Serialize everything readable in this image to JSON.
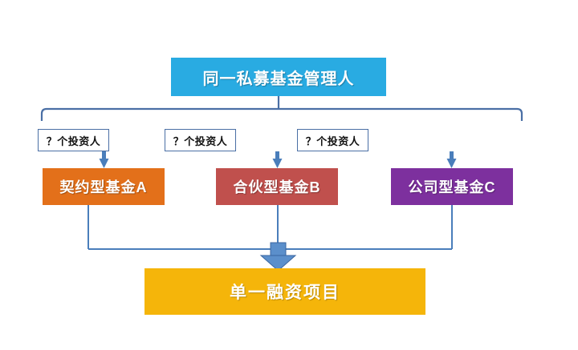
{
  "diagram": {
    "title": "同一私募基金管理人",
    "manager": {
      "label": "同一私募基金管理人",
      "color": "#29ABE2"
    },
    "investor_labels": [
      {
        "label": "？个投资人"
      },
      {
        "label": "？个投资人"
      },
      {
        "label": "？个投资人"
      }
    ],
    "funds": [
      {
        "label": "契约型基金A",
        "color": "#E3701A"
      },
      {
        "label": "合伙型基金B",
        "color": "#C0504D"
      },
      {
        "label": "公司型基金C",
        "color": "#7D309E"
      }
    ],
    "project": {
      "label": "单一融资项目",
      "color": "#F5B50A"
    },
    "connector_color": "#4A7EBB",
    "bracket_color": "#4A6FA5"
  }
}
